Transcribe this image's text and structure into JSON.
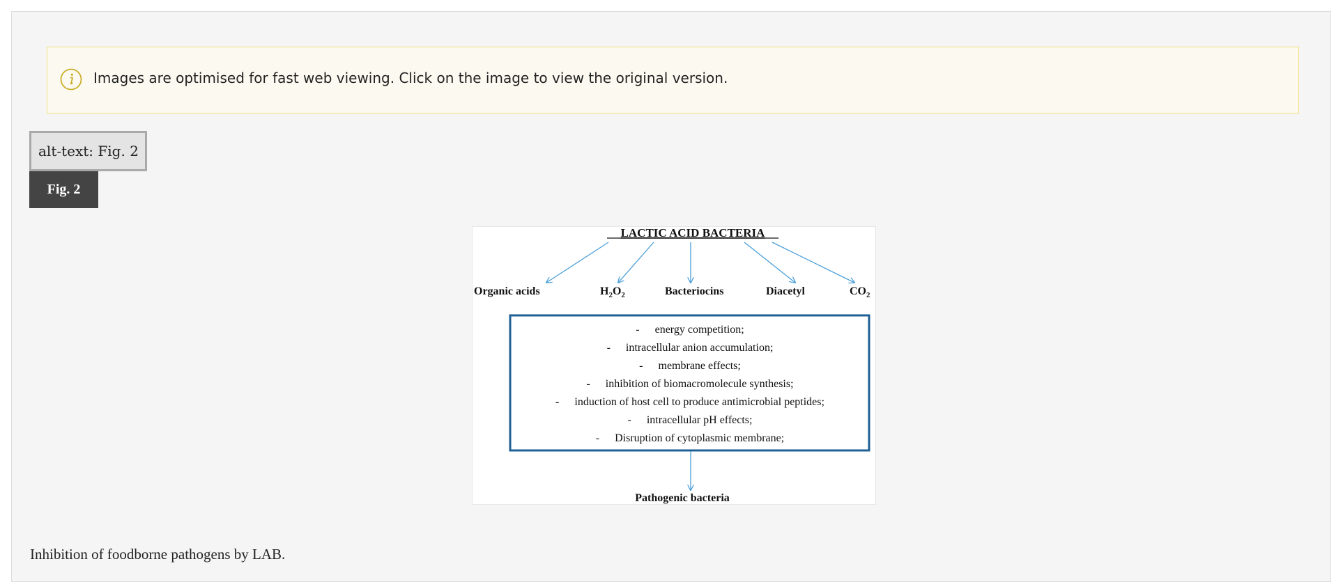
{
  "notice": {
    "text": "Images are optimised for fast web viewing. Click on the image to view the original version.",
    "icon": "info-icon",
    "border_color": "#efe07a",
    "background_color": "#fcfaf0"
  },
  "figure": {
    "alt_text": "alt-text: Fig. 2",
    "label": "Fig. 2",
    "caption": "Inhibition of foodborne pathogens by LAB.",
    "diagram": {
      "title": "LACTIC ACID BACTERIA",
      "products": [
        {
          "text": "Organic acids"
        },
        {
          "base": "H",
          "sub1": "2",
          "mid": "O",
          "sub2": "2"
        },
        {
          "text": "Bacteriocins"
        },
        {
          "text": "Diacetyl"
        },
        {
          "base": "CO",
          "sub1": "2"
        }
      ],
      "mechanisms": [
        "energy competition;",
        "intracellular anion accumulation;",
        "membrane effects;",
        "inhibition of biomacromolecule synthesis;",
        "induction of host cell to produce antimicrobial peptides;",
        "intracellular pH effects;",
        "Disruption of cytoplasmic membrane;"
      ],
      "bullet": "-",
      "target": "Pathogenic bacteria",
      "arrow_color": "#4a9fd8",
      "box_color": "#1f5f94"
    }
  }
}
